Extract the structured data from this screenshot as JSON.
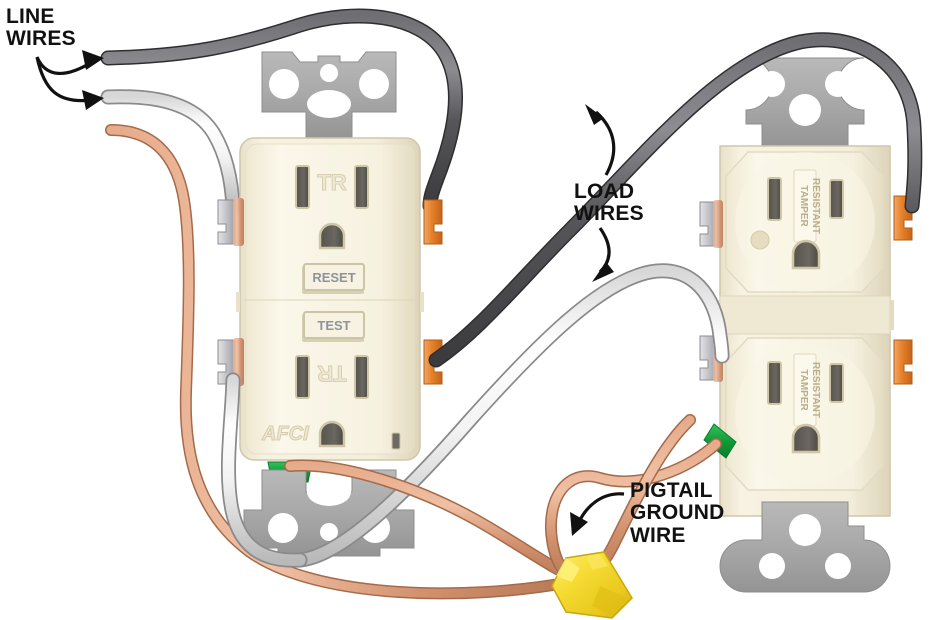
{
  "diagram": {
    "title": "AFCI receptacle wired to a downstream duplex receptacle",
    "background_color": "#ffffff"
  },
  "labels": {
    "line_wires": {
      "line1": "LINE",
      "line2": "WIRES"
    },
    "load_wires": {
      "line1": "LOAD",
      "line2": "WIRES"
    },
    "pigtail_ground": {
      "line1": "PIGTAIL",
      "line2": "GROUND",
      "line3": "WIRE"
    }
  },
  "devices": {
    "afci_receptacle": {
      "name": "AFCI receptacle",
      "brand_mark": "AFCI",
      "top_outlet_mark": "TR",
      "bottom_outlet_mark": "TR",
      "reset_button": "RESET",
      "test_button": "TEST",
      "body_color": "#f3ecd8",
      "face_color": "#f7f1e0",
      "strap_color": "#a9a9a9"
    },
    "duplex_receptacle": {
      "name": "Tamper resistant duplex receptacle",
      "top_outlet_mark_line1": "TAMPER",
      "top_outlet_mark_line2": "RESISTANT",
      "bottom_outlet_mark_line1": "TAMPER",
      "bottom_outlet_mark_line2": "RESISTANT",
      "body_color": "#f3ecd8",
      "strap_color": "#a9a9a9"
    }
  },
  "wires": {
    "line_hot": {
      "label": "Line hot wire",
      "color": "#59595c",
      "type": "hot"
    },
    "line_neutral": {
      "label": "Line neutral wire",
      "color": "#f2f2f2",
      "type": "neutral"
    },
    "load_hot": {
      "label": "Load hot wire",
      "color": "#4a4a4e",
      "type": "hot"
    },
    "load_neutral": {
      "label": "Load neutral wire",
      "color": "#f0f0f0",
      "type": "neutral"
    },
    "ground": {
      "label": "Bare copper ground wire",
      "color": "#d89b78",
      "type": "ground"
    }
  },
  "hardware": {
    "brass_screw": {
      "label": "Brass hot terminal screw",
      "color": "#e3832f"
    },
    "silver_screw": {
      "label": "Silver neutral terminal screw",
      "color": "#c8c8cc"
    },
    "green_screw": {
      "label": "Green ground terminal screw",
      "color": "#10a03c"
    },
    "wire_nut": {
      "label": "Yellow wire nut",
      "color": "#f2d832"
    }
  },
  "colors": {
    "copper": "#d99a77",
    "copper_light": "#eebb9c",
    "dark_wire": "#555559",
    "white_wire": "#fafafa",
    "cream": "#f4eedd",
    "cream_dark": "#ded6bd",
    "slot": "#5f5c55",
    "strap": "#a7a7a7",
    "text": "#111111"
  }
}
